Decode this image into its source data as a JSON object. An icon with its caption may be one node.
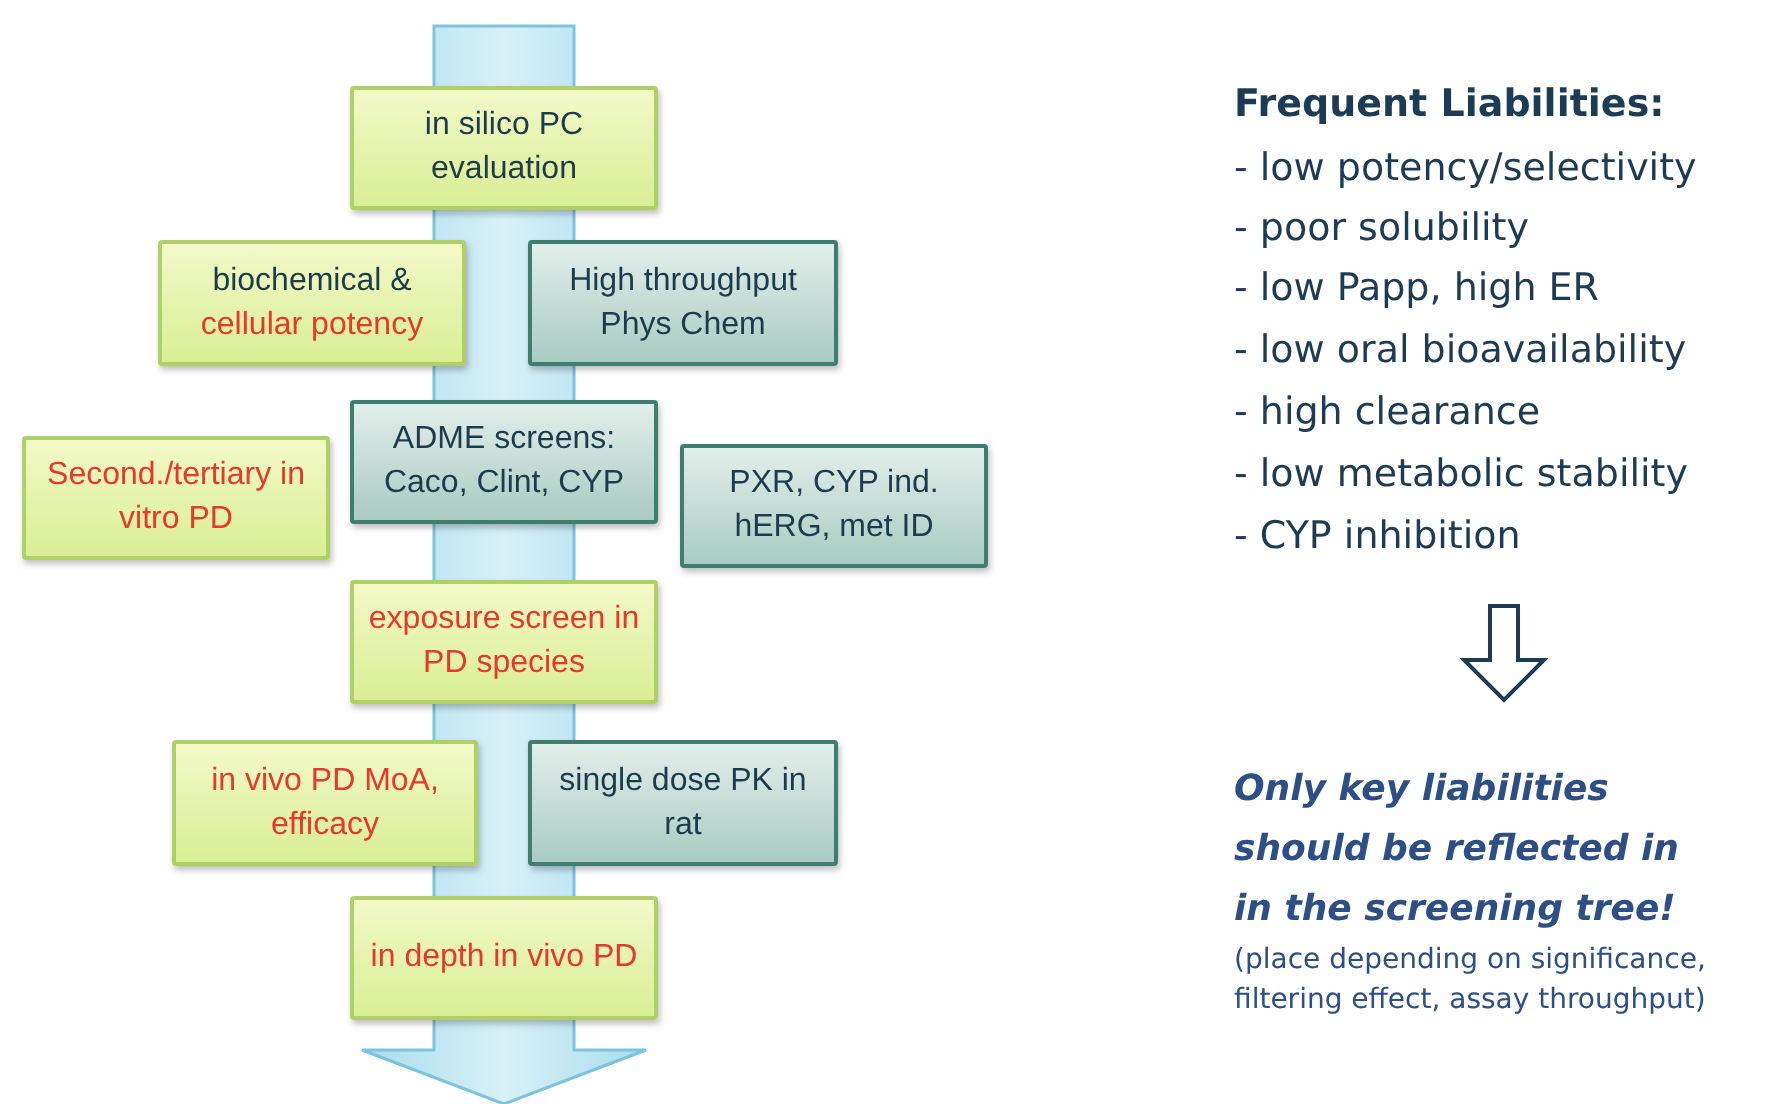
{
  "diagram": {
    "nodes": [
      {
        "text": [
          "in silico PC evaluation"
        ]
      },
      {
        "text": [
          "biochemical &",
          "cellular potency"
        ]
      },
      {
        "text": [
          "High throughput Phys Chem"
        ]
      },
      {
        "text": [
          "Second./tertiary in vitro PD"
        ]
      },
      {
        "text": [
          "ADME screens: Caco, Clint, CYP"
        ]
      },
      {
        "text": [
          "PXR, CYP ind. hERG, met ID"
        ]
      },
      {
        "text": [
          "exposure screen in PD species"
        ]
      },
      {
        "text": [
          "in vivo PD MoA, efficacy"
        ]
      },
      {
        "text": [
          "single dose PK in rat"
        ]
      },
      {
        "text": [
          "in depth in vivo PD"
        ]
      }
    ],
    "labels": [
      "Frequent Liabilities:",
      "- low potency/selectivity",
      "- poor solubility",
      "- low Papp, high ER",
      "- low oral bioavailability",
      "- high clearance",
      "- low metabolic stability",
      "- CYP inhibition",
      "Only key liabilities should be reflected in in the screening tree!",
      "(place depending on significance, filtering effect, assay throughput)"
    ]
  }
}
